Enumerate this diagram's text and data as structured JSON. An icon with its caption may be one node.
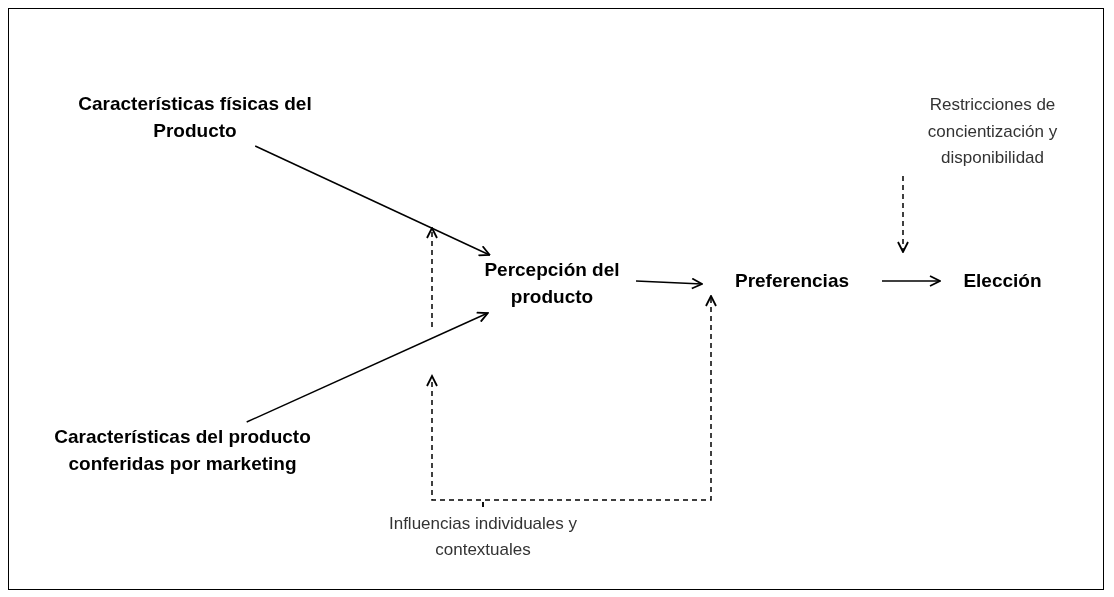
{
  "diagram": {
    "nodes": [
      {
        "text": [
          "Características físicas del Producto"
        ]
      },
      {
        "text": [
          "Percepción del producto"
        ]
      },
      {
        "text": [
          "Preferencias"
        ]
      },
      {
        "text": [
          "Elección"
        ]
      },
      {
        "text": [
          "Características del producto conferidas por marketing"
        ]
      },
      {
        "text": [
          "Restricciones de concientización y disponibilidad"
        ]
      },
      {
        "text": [
          "Influencias individuales y contextuales"
        ]
      }
    ],
    "edges": [
      {
        "from": 0,
        "to": 1,
        "arrow": "to"
      },
      {
        "from": 4,
        "to": 1,
        "arrow": "to"
      },
      {
        "from": 1,
        "to": 2,
        "arrow": "to"
      },
      {
        "from": 2,
        "to": 3,
        "arrow": "to"
      },
      {
        "from": 5,
        "to": null,
        "arrow": "to",
        "style": "dashed"
      },
      {
        "from": 6,
        "to": 2,
        "arrow": "to",
        "style": "dashed"
      },
      {
        "from": 6,
        "to": null,
        "arrow": "to",
        "style": "dashed"
      }
    ]
  }
}
